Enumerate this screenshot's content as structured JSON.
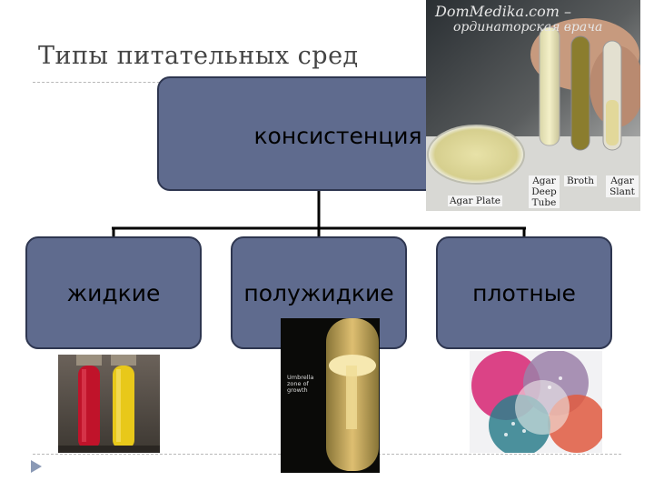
{
  "slide": {
    "title": "Типы питательных сред"
  },
  "diagram": {
    "root": "консистенция",
    "children": [
      "жидкие",
      "полужидкие",
      "плотные"
    ]
  },
  "photo_top": {
    "watermark_line1": "DomMedika.com –",
    "watermark_line2": "ординаторская врача",
    "labels": {
      "agar_plate": "Agar Plate",
      "agar_deep_tube": "Agar Deep Tube",
      "broth": "Broth",
      "agar_slant": "Agar Slant"
    }
  },
  "photo_semi": {
    "caption": "Umbrella zone of growth"
  },
  "colors": {
    "box_fill": "#5f6b8e",
    "box_border": "#2e3650",
    "connector": "#000000"
  }
}
